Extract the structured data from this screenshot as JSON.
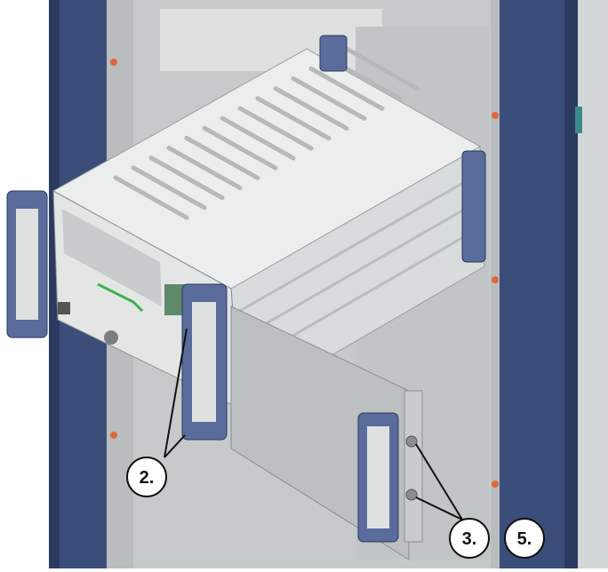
{
  "callouts": {
    "two": "2.",
    "three": "3.",
    "five": "5."
  },
  "colors": {
    "rack_blue": "#3b4e7a",
    "rack_blue_dark": "#2a3a60",
    "handle_blue": "#5a6c9c",
    "chassis_light": "#eceeee",
    "chassis_mid": "#d9dcdc",
    "chassis_dark": "#b9bdbd",
    "rack_grey": "#bcbfbf",
    "accent_orange": "#e0673a",
    "accent_green": "#3bb14a"
  },
  "icons": [
    "rack-post",
    "instrument-chassis",
    "front-handle",
    "mounting-screw",
    "adapter-plate"
  ]
}
